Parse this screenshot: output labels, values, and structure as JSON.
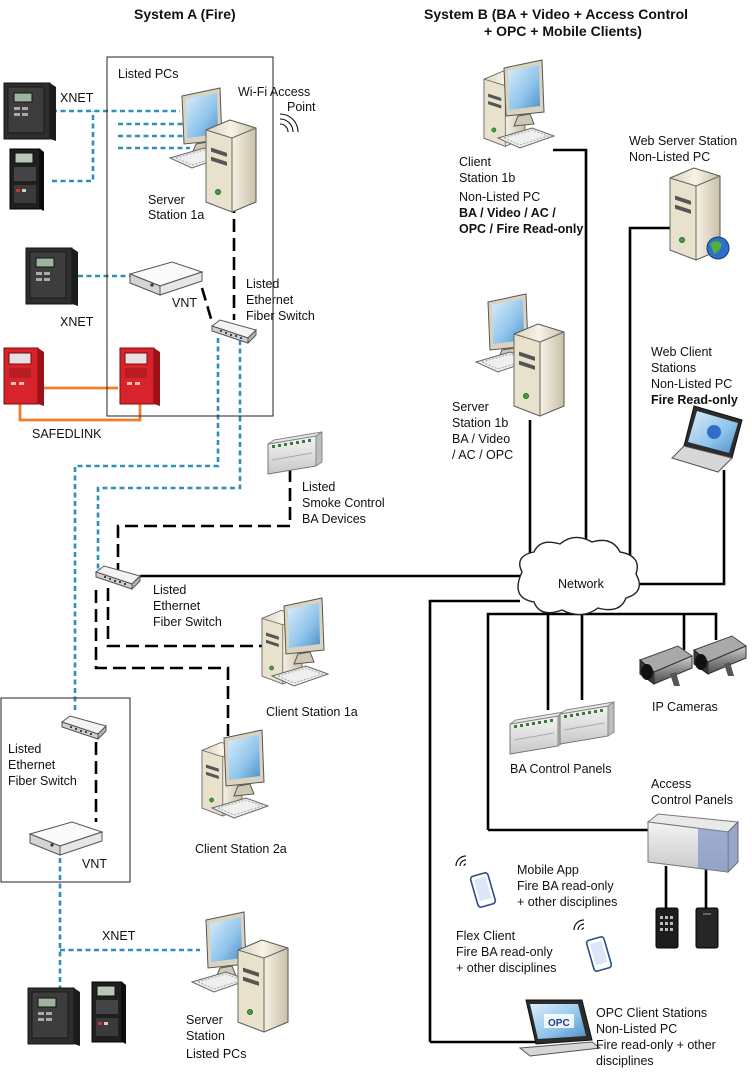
{
  "system_a": {
    "title": "System A (Fire)",
    "listed_pcs_top": "Listed PCs",
    "wifi_ap": [
      "Wi-Fi Access",
      "Point"
    ],
    "server_station_1a": [
      "Server",
      "Station 1a"
    ],
    "vnt_top": "VNT",
    "switch_top": [
      "Listed",
      "Ethernet",
      "Fiber Switch"
    ],
    "xnet_1": "XNET",
    "xnet_2": "XNET",
    "safedlink": "SAFEDLINK",
    "smoke_control": [
      "Listed",
      "Smoke Control",
      "BA Devices"
    ],
    "switch_mid": [
      "Listed",
      "Ethernet",
      "Fiber Switch"
    ],
    "client_1a": "Client Station 1a",
    "client_2a": "Client Station 2a",
    "switch_low": [
      "Listed",
      "Ethernet",
      "Fiber Switch"
    ],
    "vnt_low": "VNT",
    "xnet_3": "XNET",
    "server_station_bottom": [
      "Server",
      "Station"
    ],
    "listed_pcs_bottom": "Listed PCs"
  },
  "system_b": {
    "title": [
      "System B  (BA + Video + Access Control",
      "+ OPC + Mobile Clients)"
    ],
    "client_1b": [
      "Client",
      "Station 1b"
    ],
    "client_1b_type": "Non-Listed PC",
    "client_1b_roles": [
      "BA / Video / AC /",
      "OPC / Fire Read-only"
    ],
    "web_server": [
      "Web Server Station",
      "Non-Listed PC"
    ],
    "server_1b": [
      "Server",
      "Station 1b",
      "BA / Video",
      "/ AC / OPC"
    ],
    "web_client": [
      "Web Client",
      "Stations",
      "Non-Listed PC"
    ],
    "web_client_role": "Fire Read-only",
    "network": "Network",
    "ip_cameras": "IP Cameras",
    "ba_panels": "BA Control Panels",
    "access_panels": [
      "Access",
      "Control Panels"
    ],
    "mobile_app": [
      "Mobile App",
      "Fire BA read-only",
      "+ other disciplines"
    ],
    "flex_client": [
      "Flex Client",
      "Fire BA read-only",
      "+ other disciplines"
    ],
    "opc_client": [
      "OPC Client Stations",
      "Non-Listed PC",
      "Fire read-only + other",
      "disciplines"
    ],
    "opc_logo": "OPC"
  },
  "colors": {
    "fire_panel_dark": "#2b2b2b",
    "fire_panel_red": "#d8232a",
    "fiber_link": "#2f8fb6",
    "safedlink_link": "#f07e26",
    "network_link": "#000000"
  }
}
